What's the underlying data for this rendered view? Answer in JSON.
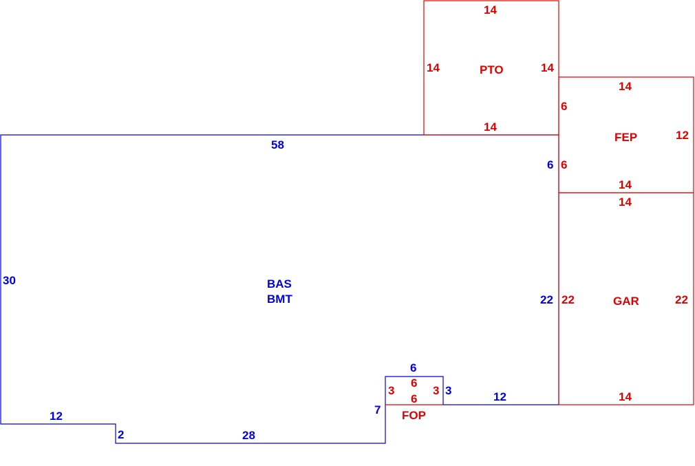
{
  "colors": {
    "main": "#0000e0",
    "addition": "#e00000"
  },
  "areas": {
    "bas": {
      "code": "BAS",
      "code2": "BMT",
      "dims": {
        "top": "58",
        "left": "30",
        "right": "22",
        "right_upper": "6",
        "bottom_left": "12",
        "step_left": "2",
        "bottom_mid": "28",
        "notch_left": "7",
        "notch_top": "6",
        "notch_right": "3",
        "bottom_right": "12"
      }
    },
    "pto": {
      "code": "PTO",
      "dims": {
        "top": "14",
        "left": "14",
        "right": "14",
        "bottom": "14"
      }
    },
    "fep": {
      "code": "FEP",
      "dims": {
        "top": "14",
        "left_upper": "6",
        "left_lower": "6",
        "right": "12",
        "bottom": "14"
      }
    },
    "gar": {
      "code": "GAR",
      "dims": {
        "top": "14",
        "left": "22",
        "right": "22",
        "bottom": "14"
      }
    },
    "fop": {
      "code": "FOP",
      "dims": {
        "top": "6",
        "left": "3",
        "right": "3",
        "bottom": "6"
      }
    }
  }
}
